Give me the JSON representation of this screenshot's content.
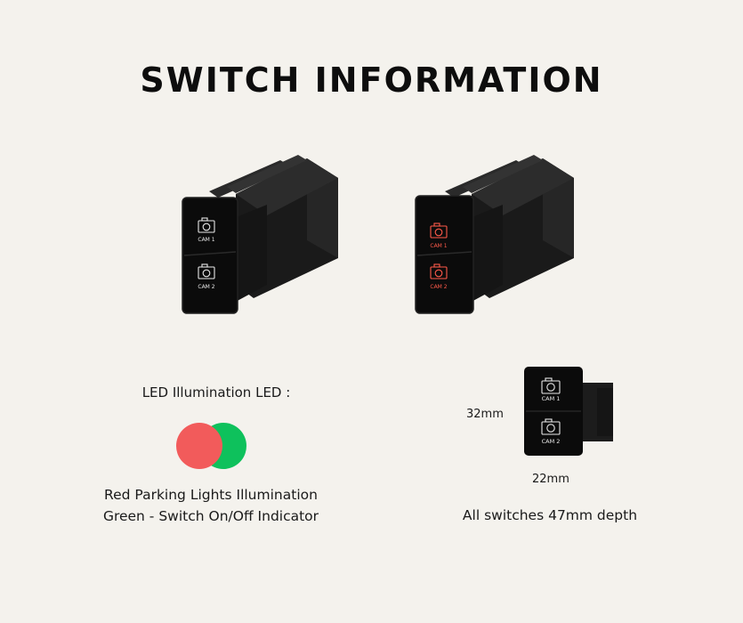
{
  "title": "SWITCH INFORMATION",
  "switches": {
    "label_top": "CAM 1",
    "label_bottom": "CAM 2",
    "icon": "camera-icon",
    "white_color": "#e8e8e8",
    "red_color": "#ff5a4a"
  },
  "led": {
    "heading": "LED Illumination LED :",
    "red_color": "#f25b5b",
    "green_color": "#0ec15c",
    "line_1": "Red Parking Lights Illumination",
    "line_2": "Green - Switch On/Off Indicator"
  },
  "dimensions": {
    "height_label": "32mm",
    "width_label": "22mm",
    "depth_text": "All switches 47mm depth"
  }
}
